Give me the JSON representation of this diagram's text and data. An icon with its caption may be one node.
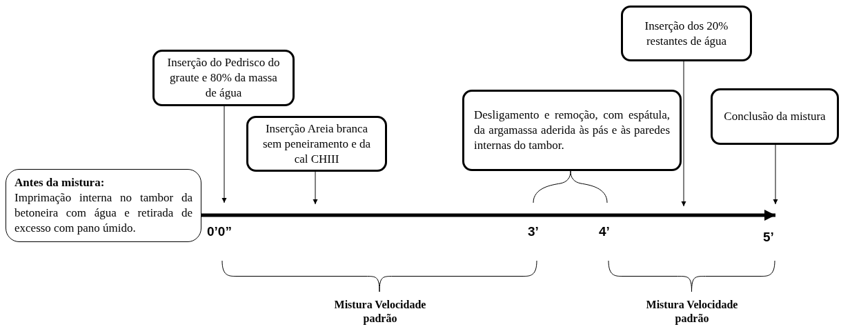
{
  "diagram": {
    "nodes": [
      {
        "text": [
          "Antes da mistura:",
          "Imprimação interna no tambor da betoneira com água e retirada de excesso com pano úmido."
        ]
      },
      {
        "text": [
          "Inserção do Pedrisco do graute e 80% da massa de água"
        ]
      },
      {
        "text": [
          "Inserção Areia branca sem peneiramento e da cal CHIII"
        ]
      },
      {
        "text": [
          "Desligamento e remoção, com espátula, da argamassa aderida às pás e às paredes internas do tambor."
        ]
      },
      {
        "text": [
          "Inserção dos 20% restantes de água"
        ]
      },
      {
        "text": [
          "Conclusão da mistura"
        ]
      }
    ],
    "edges": [
      {
        "from": 0,
        "to": null,
        "arrow": "to",
        "style": "thick"
      },
      {
        "from": 1,
        "to": null,
        "arrow": "to"
      },
      {
        "from": 2,
        "to": null,
        "arrow": "to"
      },
      {
        "from": 4,
        "to": null,
        "arrow": "to"
      },
      {
        "from": 5,
        "to": null,
        "arrow": "to"
      }
    ],
    "labels": [
      "0’0”",
      "3’",
      "4’",
      "5’",
      "Mistura Velocidade padrão",
      "Mistura Velocidade padrão"
    ]
  }
}
